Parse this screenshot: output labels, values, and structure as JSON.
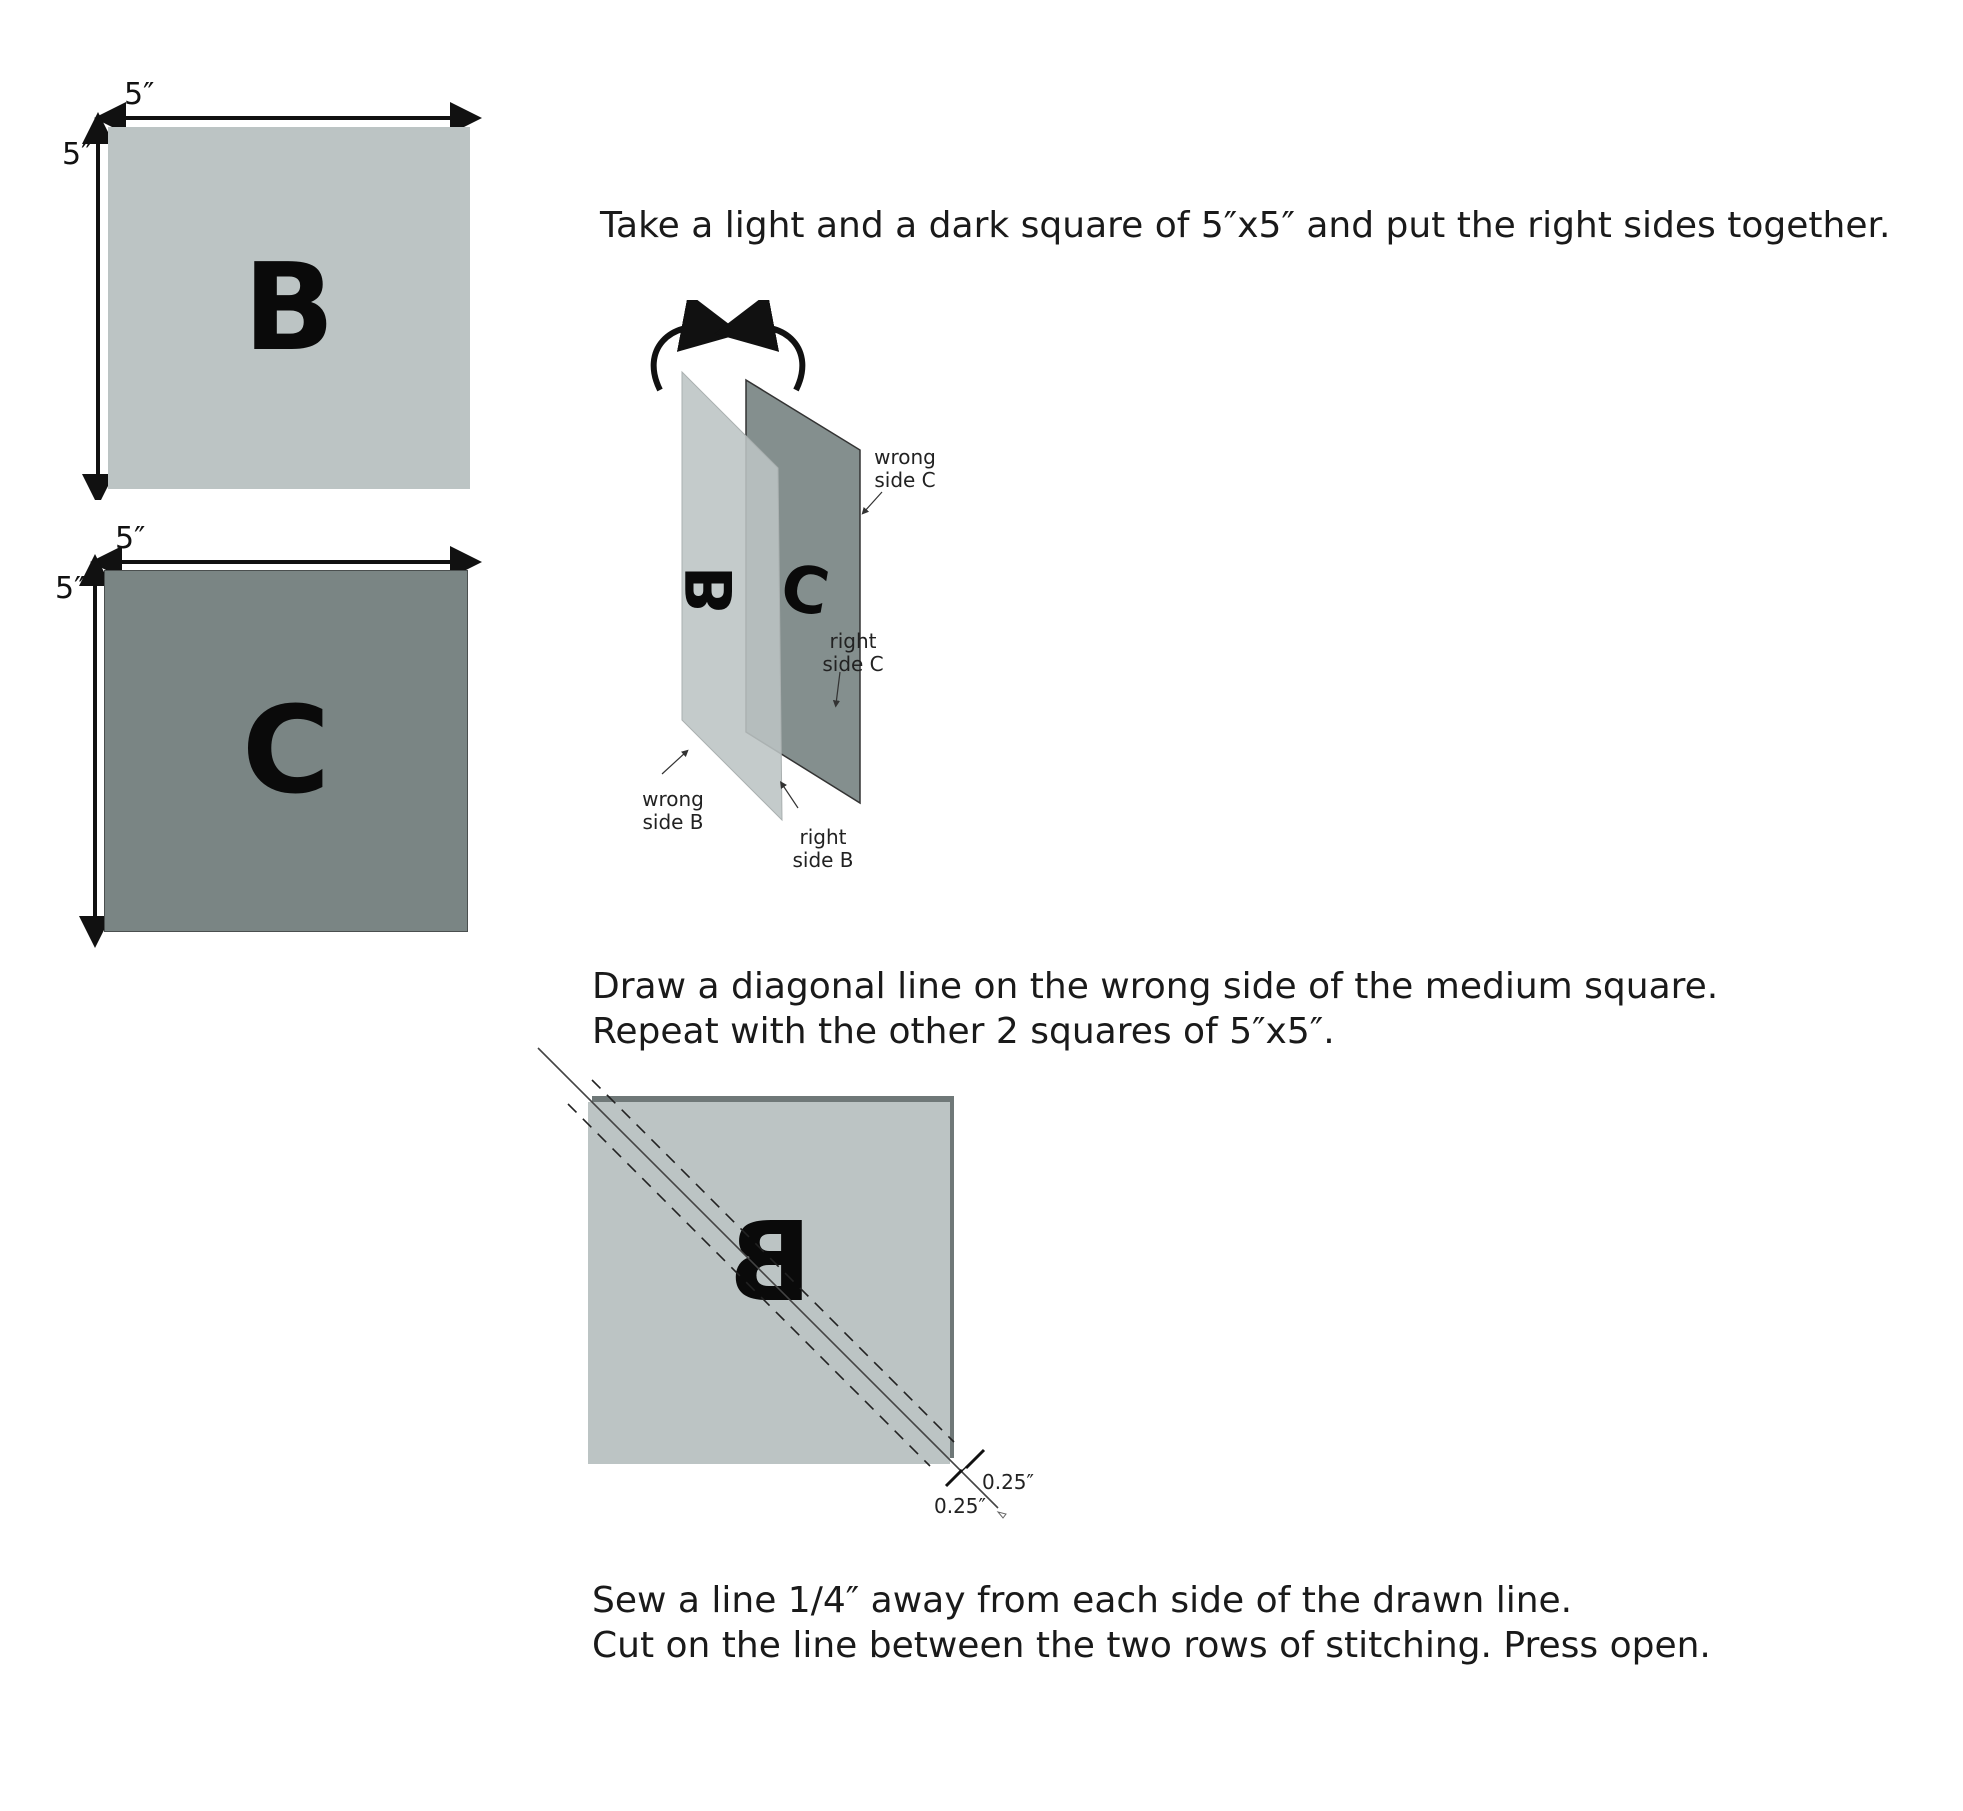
{
  "colors": {
    "light_fabric": "#bcc4c4",
    "dark_fabric": "#7a8584",
    "dark_fabric_folded": "#848f8e",
    "ink": "#111111"
  },
  "squares": {
    "b": {
      "letter": "B",
      "width_label": "5″",
      "height_label": "5″"
    },
    "c": {
      "letter": "C",
      "width_label": "5″",
      "height_label": "5″"
    }
  },
  "steps": [
    {
      "lines": [
        "Take a light and a dark square of 5″x5″ and put the right sides together."
      ]
    },
    {
      "lines": [
        "Draw a diagonal line on the wrong side of the medium square.",
        "Repeat with the other 2 squares of 5″x5″."
      ]
    },
    {
      "lines": [
        "Sew a line 1/4″ away from each side of the drawn line.",
        "Cut on the line between the two rows of stitching. Press open."
      ]
    }
  ],
  "fold_diagram": {
    "letter_b": "B",
    "letter_c": "C",
    "labels": {
      "wrong_side_c": [
        "wrong",
        "side C"
      ],
      "right_side_c": [
        "right",
        "side C"
      ],
      "wrong_side_b": [
        "wrong",
        "side B"
      ],
      "right_side_b": [
        "right",
        "side B"
      ]
    }
  },
  "sew_diagram": {
    "letter": "B",
    "seam_left": "0.25″",
    "seam_right": "0.25″"
  }
}
